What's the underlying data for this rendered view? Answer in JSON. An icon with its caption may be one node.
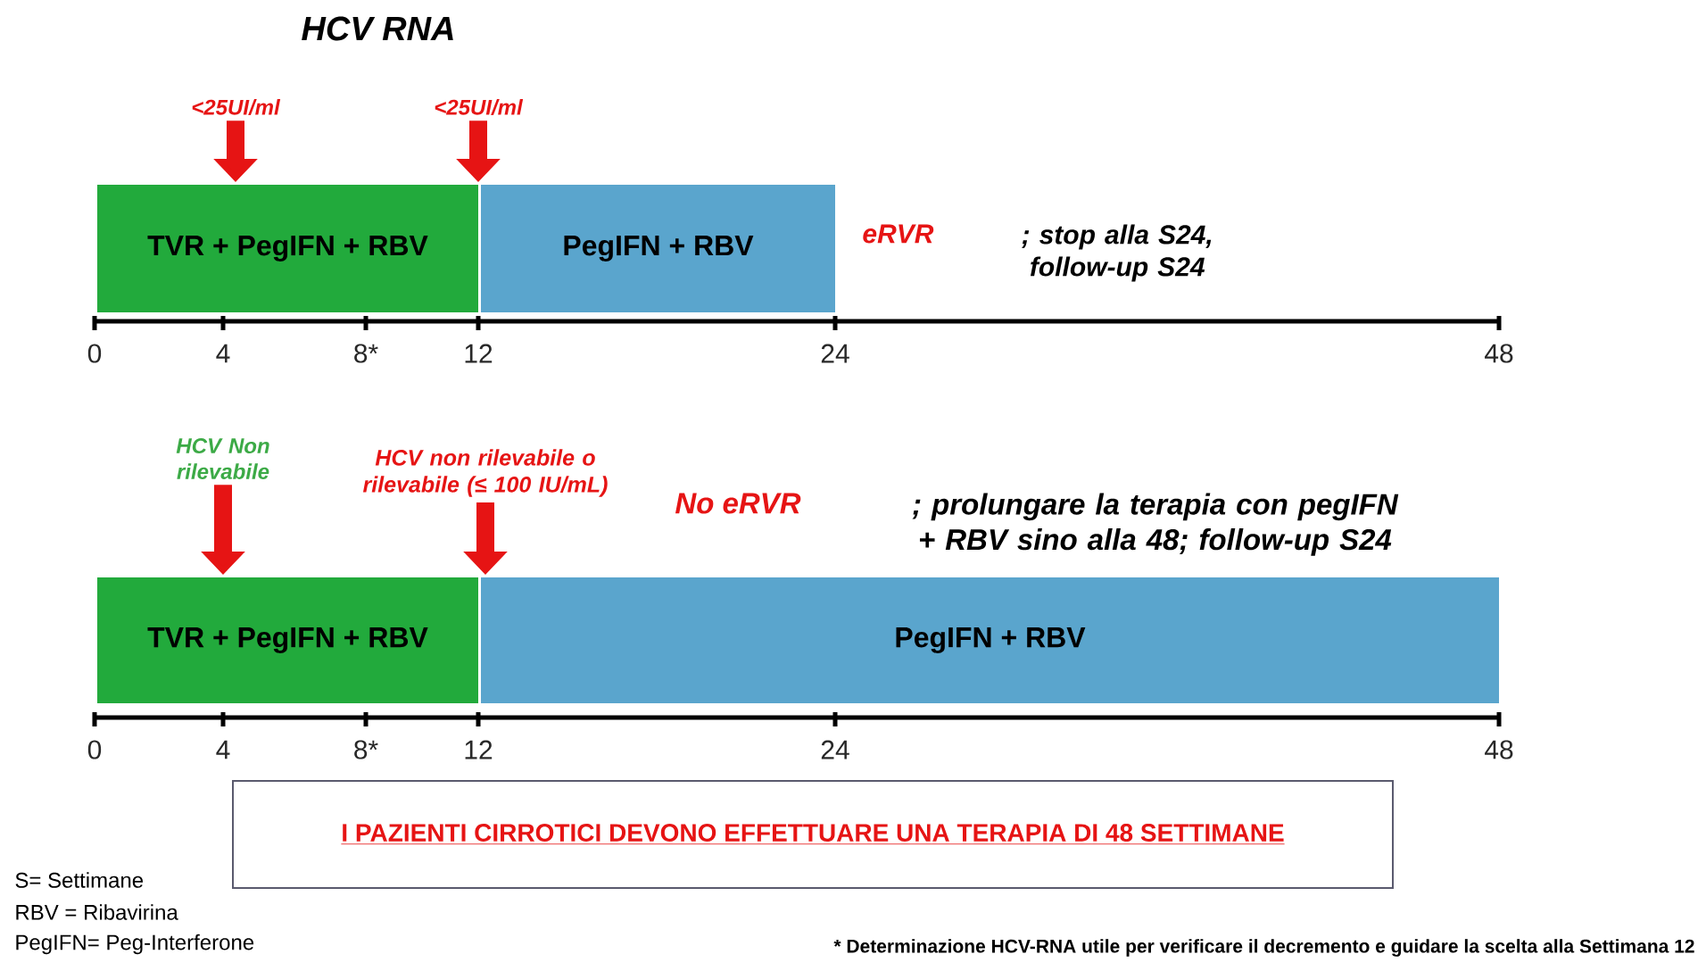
{
  "diagram": {
    "title": "HCV RNA",
    "nodes": [
      {
        "text": [
          "<25UI/ml"
        ]
      },
      {
        "text": [
          "<25UI/ml"
        ]
      },
      {
        "text": [
          "TVR + PegIFN + RBV"
        ]
      },
      {
        "text": [
          "PegIFN + RBV"
        ]
      },
      {
        "text": [
          "HCV Non rilevabile"
        ]
      },
      {
        "text": [
          "HCV non rilevabile o rilevabile (≤ 100 IU/mL)"
        ]
      },
      {
        "text": [
          "TVR + PegIFN + RBV"
        ]
      },
      {
        "text": [
          "PegIFN + RBV"
        ]
      },
      {
        "text": [
          "I PAZIENTI CIRROTICI DEVONO EFFETTUARE UNA TERAPIA DI 48 SETTIMANE"
        ]
      }
    ],
    "edges": [
      {
        "from": 0,
        "to": 2,
        "arrow": "to"
      },
      {
        "from": 1,
        "to": 2,
        "arrow": "to"
      },
      {
        "from": 4,
        "to": 6,
        "arrow": "to"
      },
      {
        "from": 5,
        "to": 6,
        "arrow": "to"
      }
    ],
    "labels": [
      "eRVR",
      "; stop alla S24, follow-up S24",
      "0",
      "4",
      "8*",
      "12",
      "24",
      "48",
      "No eRVR",
      "; prolungare la terapia con pegIFN + RBV sino alla 48; follow-up S24",
      "0",
      "4",
      "8*",
      "12",
      "24",
      "48",
      "S= Settimane",
      "RBV = Ribavirina",
      "PegIFN= Peg-Interferone",
      "* Determinazione HCV-RNA utile per verificare il decremento e guidare la scelta alla Settimana 12"
    ]
  }
}
